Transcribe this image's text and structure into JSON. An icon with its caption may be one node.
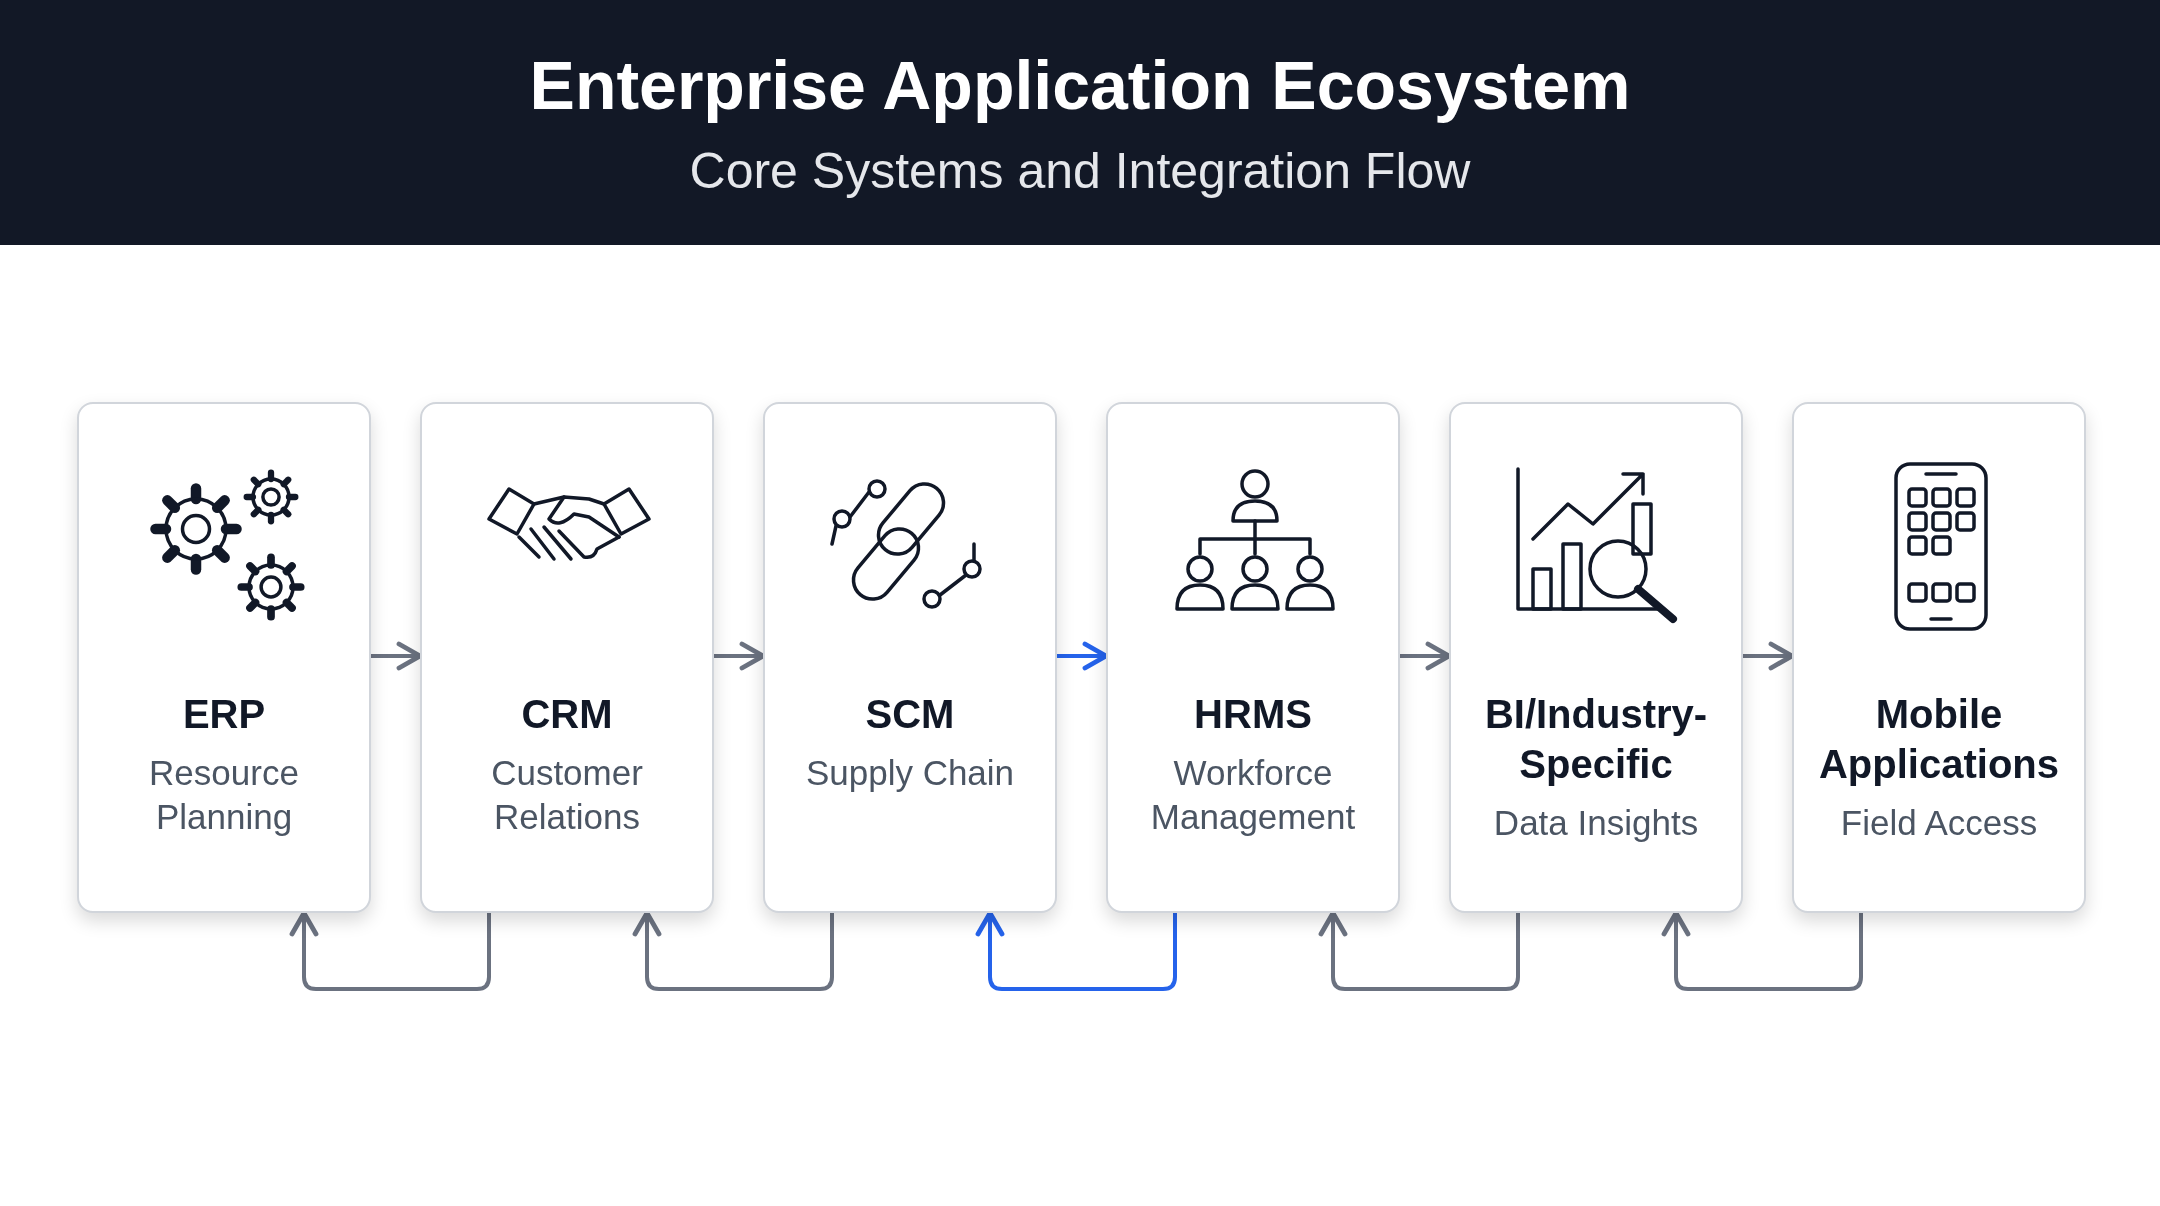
{
  "diagram": {
    "title": "Enterprise Application Ecosystem",
    "caption": "Core Systems and Integration Flow",
    "nodes": [
      {
        "text": [
          "ERP",
          "Resource Planning"
        ]
      },
      {
        "text": [
          "CRM",
          "Customer Relations"
        ]
      },
      {
        "text": [
          "SCM",
          "Supply Chain"
        ]
      },
      {
        "text": [
          "HRMS",
          "Workforce Management"
        ]
      },
      {
        "text": [
          "BI/Industry-Specific",
          "Data Insights"
        ]
      },
      {
        "text": [
          "Mobile Applications",
          "Field Access"
        ]
      }
    ],
    "edges": [
      {
        "from": 0,
        "to": 1,
        "arrow": "to"
      },
      {
        "from": 1,
        "to": 2,
        "arrow": "to"
      },
      {
        "from": 2,
        "to": 3,
        "arrow": "to",
        "color": "#2563eb"
      },
      {
        "from": 3,
        "to": 4,
        "arrow": "to"
      },
      {
        "from": 4,
        "to": 5,
        "arrow": "to"
      },
      {
        "from": 1,
        "to": 0,
        "arrow": "to"
      },
      {
        "from": 2,
        "to": 1,
        "arrow": "to"
      },
      {
        "from": 3,
        "to": 2,
        "arrow": "to",
        "color": "#2563eb"
      },
      {
        "from": 4,
        "to": 3,
        "arrow": "to"
      },
      {
        "from": 5,
        "to": 4,
        "arrow": "to"
      }
    ]
  }
}
